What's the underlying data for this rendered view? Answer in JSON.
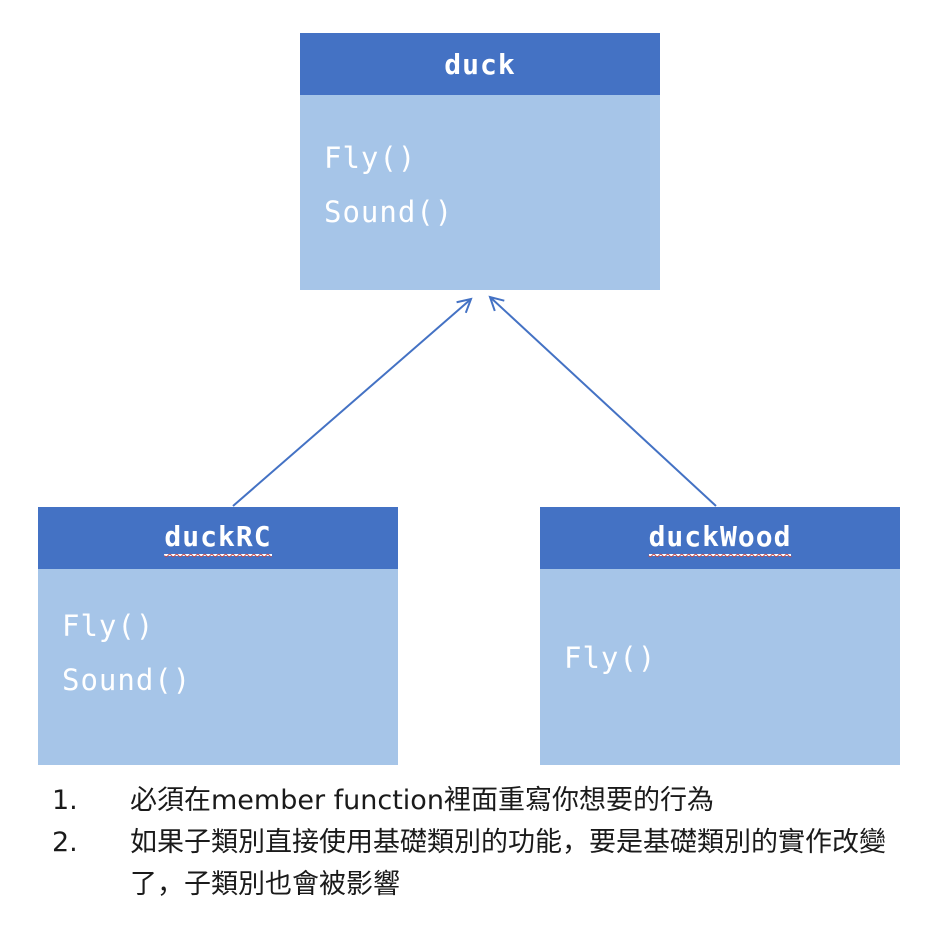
{
  "diagram": {
    "duck": {
      "title": "duck",
      "methods": [
        "Fly()",
        "Sound()"
      ]
    },
    "duckRC": {
      "title": "duckRC",
      "methods": [
        "Fly()",
        "Sound()"
      ]
    },
    "duckWood": {
      "title": "duckWood",
      "methods": [
        "Fly()"
      ]
    }
  },
  "notes": {
    "items": [
      {
        "num": "1.",
        "text": "必須在member function裡面重寫你想要的行為"
      },
      {
        "num": "2.",
        "text": "如果子類別直接使用基礎類別的功能，要是基礎類別的實作改變了，子類別也會被影響"
      }
    ]
  },
  "colors": {
    "header_blue": "#4472C4",
    "body_blue": "#A6C5E8",
    "arrow_blue": "#4472C4"
  }
}
